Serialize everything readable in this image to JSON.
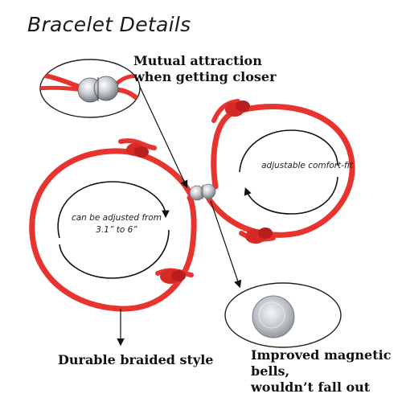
{
  "title": "Bracelet Details",
  "callouts": {
    "attraction": {
      "line1": "Mutual attraction",
      "line2": "when getting closer"
    },
    "braided": {
      "line1": "Durable braided style"
    },
    "magnetic": {
      "line1": "Improved magnetic bells,",
      "line2": "wouldn’t fall out"
    }
  },
  "notes": {
    "left": {
      "line1": "can be adjusted from",
      "line2": "3.1” to 6”"
    },
    "right": {
      "line1": "adjustable comfort-fit"
    }
  },
  "colors": {
    "cord": "#e8342f",
    "cord_dark": "#b81f1c",
    "metal": "#c9ccd1",
    "text": "#111111"
  }
}
